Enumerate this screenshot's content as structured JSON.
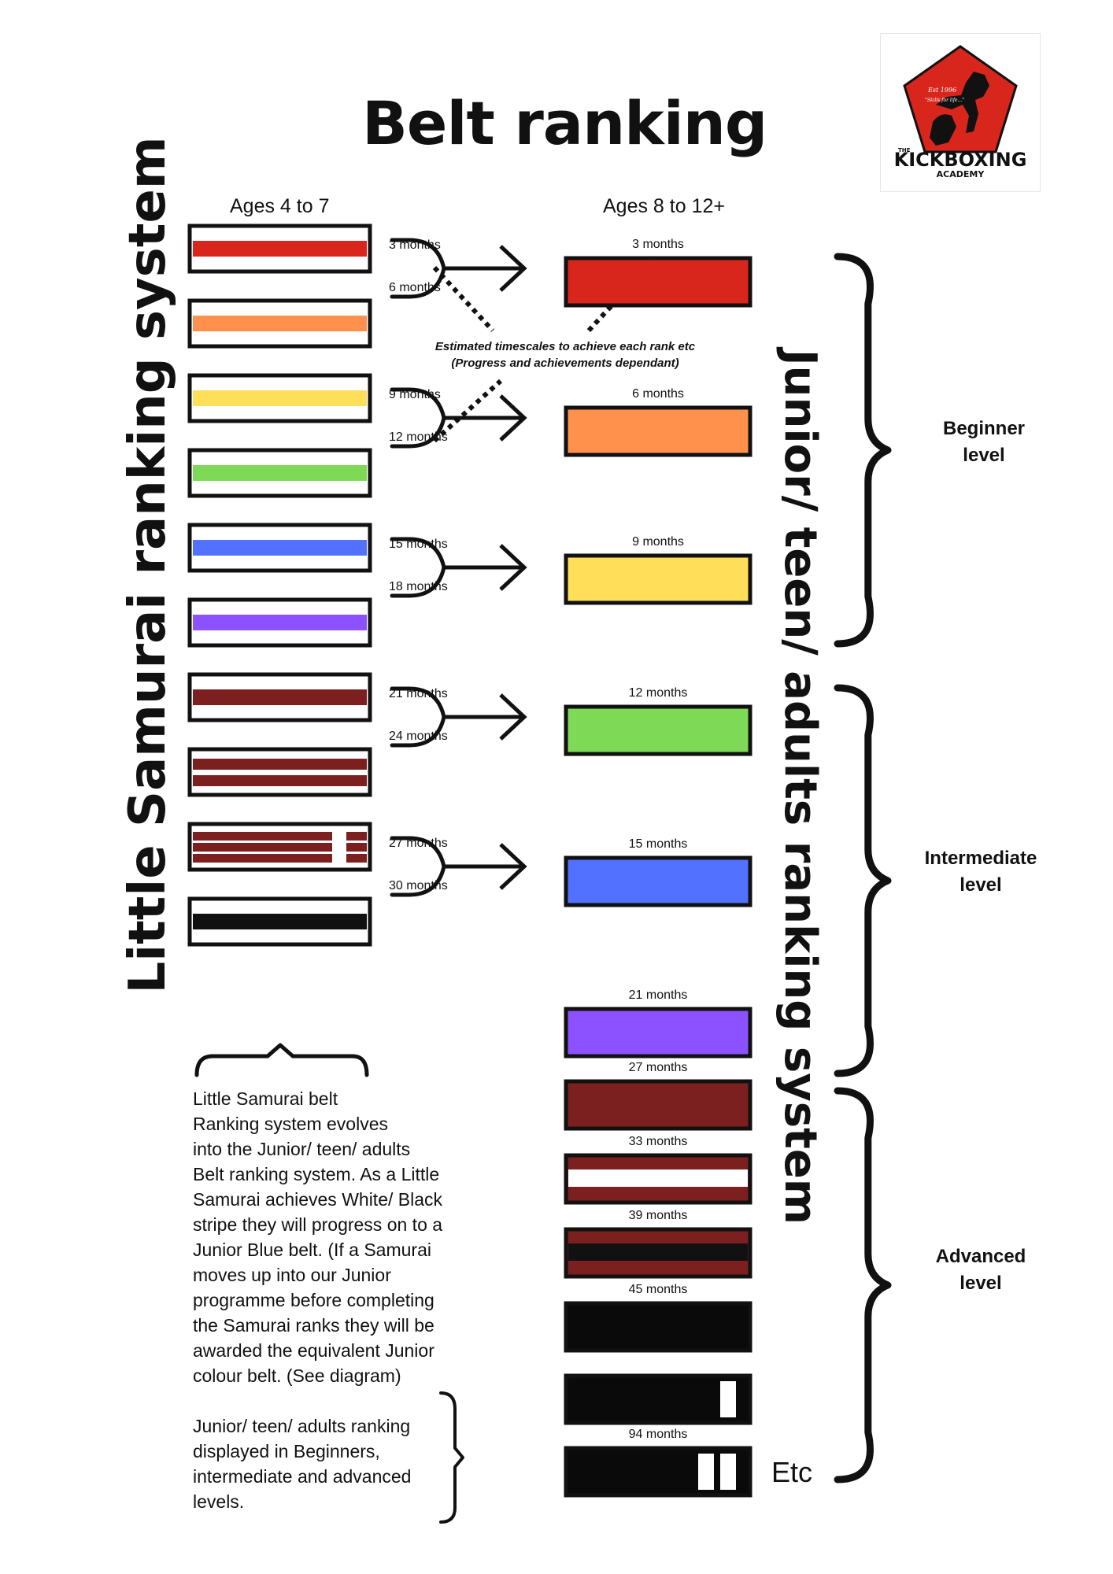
{
  "title": "Belt ranking",
  "logo": {
    "est": "Est 1996",
    "tagline": "\"Skills for life...\"",
    "the": "THE",
    "name": "KICKBOXING",
    "sub": "ACADEMY",
    "color": "#d9261c"
  },
  "left_vertical_title": "Little Samurai ranking system",
  "right_vertical_title": "Junior/ teen/ adults ranking system",
  "columns": {
    "left": "Ages 4 to 7",
    "right": "Ages 8 to 12+"
  },
  "little_belts": [
    {
      "name": "white-red-stripe",
      "colors": [
        "#d9261c"
      ],
      "style": "stripe"
    },
    {
      "name": "white-orange-stripe",
      "colors": [
        "#ff914d"
      ],
      "style": "stripe"
    },
    {
      "name": "white-yellow-stripe",
      "colors": [
        "#ffde59"
      ],
      "style": "stripe"
    },
    {
      "name": "white-green-stripe",
      "colors": [
        "#7ed957"
      ],
      "style": "stripe"
    },
    {
      "name": "white-blue-stripe",
      "colors": [
        "#5271ff"
      ],
      "style": "stripe"
    },
    {
      "name": "white-purple-stripe",
      "colors": [
        "#8c52ff"
      ],
      "style": "stripe"
    },
    {
      "name": "white-brown-stripe",
      "colors": [
        "#7b1f1f"
      ],
      "style": "stripe"
    },
    {
      "name": "white-double-brown-stripe",
      "colors": [
        "#7b1f1f"
      ],
      "style": "double"
    },
    {
      "name": "white-triple-brown-tab",
      "colors": [
        "#7b1f1f"
      ],
      "style": "triple-tab"
    },
    {
      "name": "white-black-stripe",
      "colors": [
        "#111111"
      ],
      "style": "stripe"
    }
  ],
  "month_pairs": [
    [
      "3 months",
      "6 months"
    ],
    [
      "9 months",
      "12 months"
    ],
    [
      "15 months",
      "18 months"
    ],
    [
      "21 months",
      "24 months"
    ],
    [
      "27 months",
      "30 months"
    ]
  ],
  "note": {
    "line1": "Estimated timescales to achieve each rank etc",
    "line2": "(Progress and achievements dependant)"
  },
  "junior_belts": [
    {
      "name": "red-belt",
      "label": "3 months",
      "color": "#d9261c",
      "style": "solid"
    },
    {
      "name": "orange-belt",
      "label": "6 months",
      "color": "#ff914d",
      "style": "solid"
    },
    {
      "name": "yellow-belt",
      "label": "9 months",
      "color": "#ffde59",
      "style": "solid"
    },
    {
      "name": "green-belt",
      "label": "12 months",
      "color": "#7ed957",
      "style": "solid"
    },
    {
      "name": "blue-belt",
      "label": "15 months",
      "color": "#5271ff",
      "style": "solid"
    },
    {
      "name": "purple-belt",
      "label": "21 months",
      "color": "#8c52ff",
      "style": "solid"
    },
    {
      "name": "brown-belt",
      "label": "27 months",
      "color": "#7b1f1f",
      "style": "solid"
    },
    {
      "name": "brown-white-belt",
      "label": "33 months",
      "color": "#7b1f1f",
      "style": "white-stripe"
    },
    {
      "name": "brown-black-belt",
      "label": "39 months",
      "color": "#7b1f1f",
      "style": "black-stripe"
    },
    {
      "name": "black-belt",
      "label": "45 months",
      "color": "#0a0a0a",
      "style": "solid"
    },
    {
      "name": "black-belt-1-tab",
      "label": "",
      "color": "#0a0a0a",
      "style": "one-tab"
    },
    {
      "name": "black-belt-2-tabs",
      "label": "94 months",
      "color": "#0a0a0a",
      "style": "two-tabs"
    }
  ],
  "levels": {
    "beginner": "Beginner\nlevel",
    "intermediate": "Intermediate\nlevel",
    "advanced": "Advanced\nlevel"
  },
  "etc": "Etc",
  "paragraph1": "Little Samurai belt\nRanking system evolves\ninto the Junior/ teen/ adults\nBelt ranking system. As a Little\nSamurai achieves White/ Black\nstripe they will progress on to a\nJunior Blue belt. (If a Samurai\nmoves up into our Junior\nprogramme before completing\nthe Samurai ranks they will be\nawarded the equivalent Junior\ncolour belt. (See diagram)",
  "paragraph2": "Junior/ teen/ adults ranking\ndisplayed in Beginners,\nintermediate and advanced\nlevels."
}
